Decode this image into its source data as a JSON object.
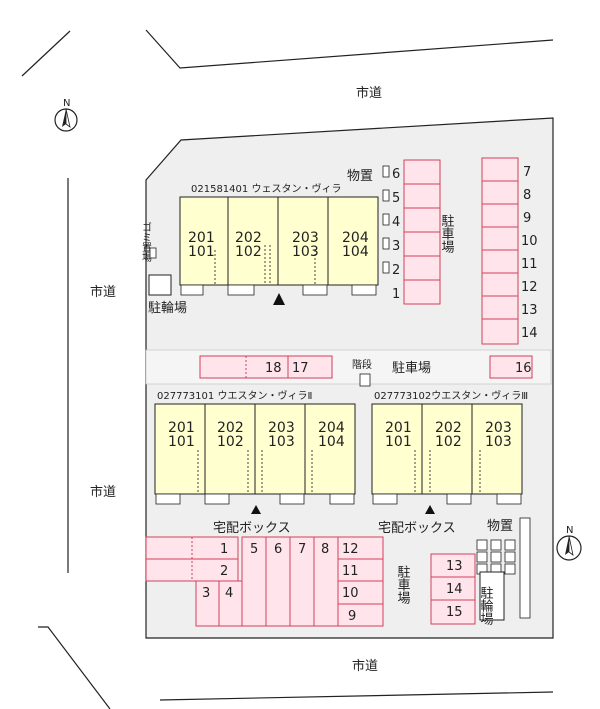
{
  "roads": {
    "top": "市道",
    "left_upper": "市道",
    "left_lower": "市道",
    "bottom": "市道"
  },
  "north_mark": "N",
  "buildings": {
    "villa1": {
      "label": "021581401 ウェスタン・ヴィラ",
      "units": [
        {
          "upper": "201",
          "lower": "101"
        },
        {
          "upper": "202",
          "lower": "102"
        },
        {
          "upper": "203",
          "lower": "103"
        },
        {
          "upper": "204",
          "lower": "104"
        }
      ]
    },
    "villa2": {
      "label": "027773101 ウエスタン・ヴィラⅡ",
      "units": [
        {
          "upper": "201",
          "lower": "101"
        },
        {
          "upper": "202",
          "lower": "102"
        },
        {
          "upper": "203",
          "lower": "103"
        },
        {
          "upper": "204",
          "lower": "104"
        }
      ]
    },
    "villa3": {
      "label": "027773102ウエスタン・ヴィラⅢ",
      "units": [
        {
          "upper": "201",
          "lower": "101"
        },
        {
          "upper": "202",
          "lower": "102"
        },
        {
          "upper": "203",
          "lower": "103"
        }
      ]
    }
  },
  "labels": {
    "gomi_oki_ba": "ゴミ置場",
    "bicycle_parking_1": "駐輪場",
    "bicycle_parking_2": "駐輪場",
    "storage_1": "物置",
    "storage_2": "物置",
    "parking_1": "駐車場",
    "parking_2": "駐車場",
    "parking_3": "駐車場",
    "stairs": "階段",
    "delivery_box_1": "宅配ボックス",
    "delivery_box_2": "宅配ボックス"
  },
  "parking": {
    "upper_mid": [
      "6",
      "5",
      "4",
      "3",
      "2",
      "1"
    ],
    "upper_right": [
      "7",
      "8",
      "9",
      "10",
      "11",
      "12",
      "13",
      "14"
    ],
    "middle_row": [
      "18",
      "17",
      "16"
    ],
    "lower_left_row": [
      "1",
      "2"
    ],
    "lower_left_34": [
      "3",
      "4"
    ],
    "lower_vertical": [
      "5",
      "6",
      "7",
      "8"
    ],
    "lower_stack": [
      "12",
      "11",
      "10",
      "9"
    ],
    "lower_right": [
      "13",
      "14",
      "15"
    ]
  }
}
